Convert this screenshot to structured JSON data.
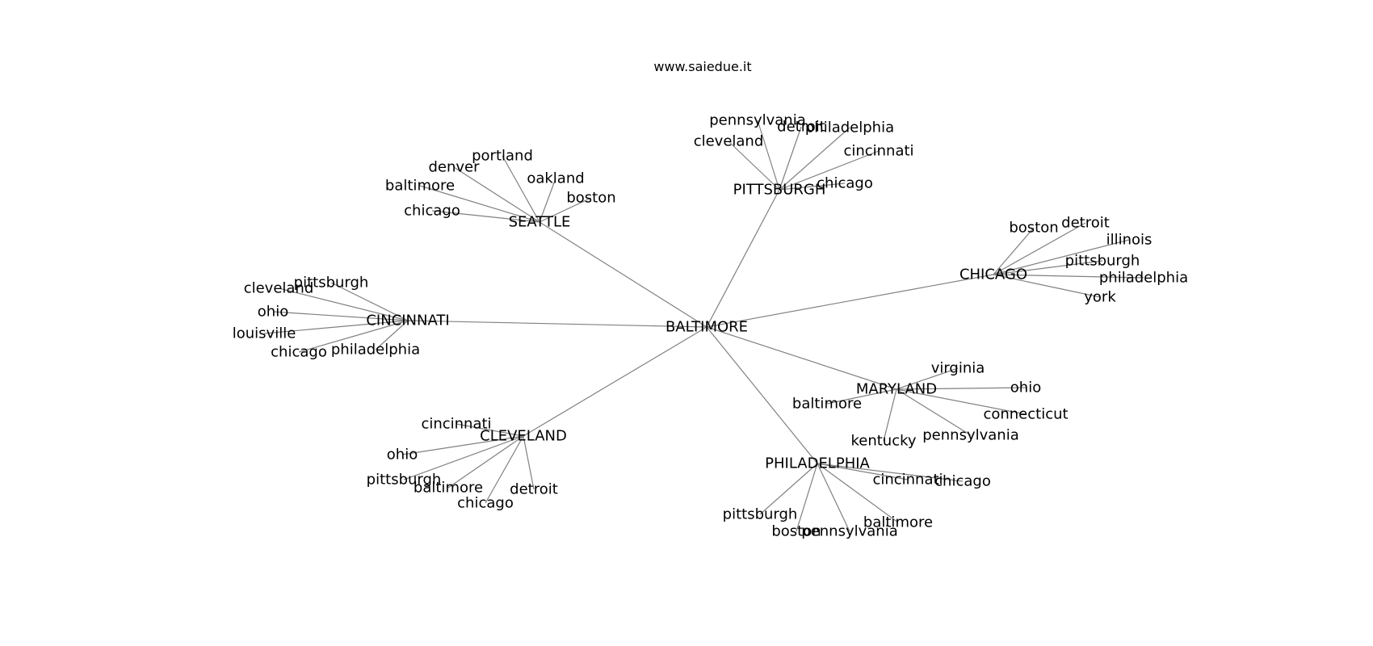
{
  "caption": "www.saiedue.it",
  "colors": {
    "edge": "#808080",
    "text": "#000000",
    "background": "#ffffff"
  },
  "graph": {
    "center": "BALTIMORE",
    "hubs": [
      {
        "label": "SEATTLE",
        "leaves": [
          "portland",
          "denver",
          "baltimore",
          "chicago",
          "oakland",
          "boston"
        ]
      },
      {
        "label": "PITTSBURGH",
        "leaves": [
          "pennsylvania",
          "cleveland",
          "detroit",
          "philadelphia",
          "cincinnati",
          "chicago"
        ]
      },
      {
        "label": "CHICAGO",
        "leaves": [
          "boston",
          "detroit",
          "illinois",
          "pittsburgh",
          "philadelphia",
          "york"
        ]
      },
      {
        "label": "CINCINNATI",
        "leaves": [
          "pittsburgh",
          "cleveland",
          "ohio",
          "louisville",
          "chicago",
          "philadelphia"
        ]
      },
      {
        "label": "MARYLAND",
        "leaves": [
          "virginia",
          "ohio",
          "baltimore",
          "connecticut",
          "kentucky",
          "pennsylvania"
        ]
      },
      {
        "label": "CLEVELAND",
        "leaves": [
          "cincinnati",
          "ohio",
          "pittsburgh",
          "baltimore",
          "chicago",
          "detroit"
        ]
      },
      {
        "label": "PHILADELPHIA",
        "leaves": [
          "cincinnati",
          "chicago",
          "pittsburgh",
          "boston",
          "pennsylvania",
          "baltimore"
        ]
      }
    ]
  }
}
